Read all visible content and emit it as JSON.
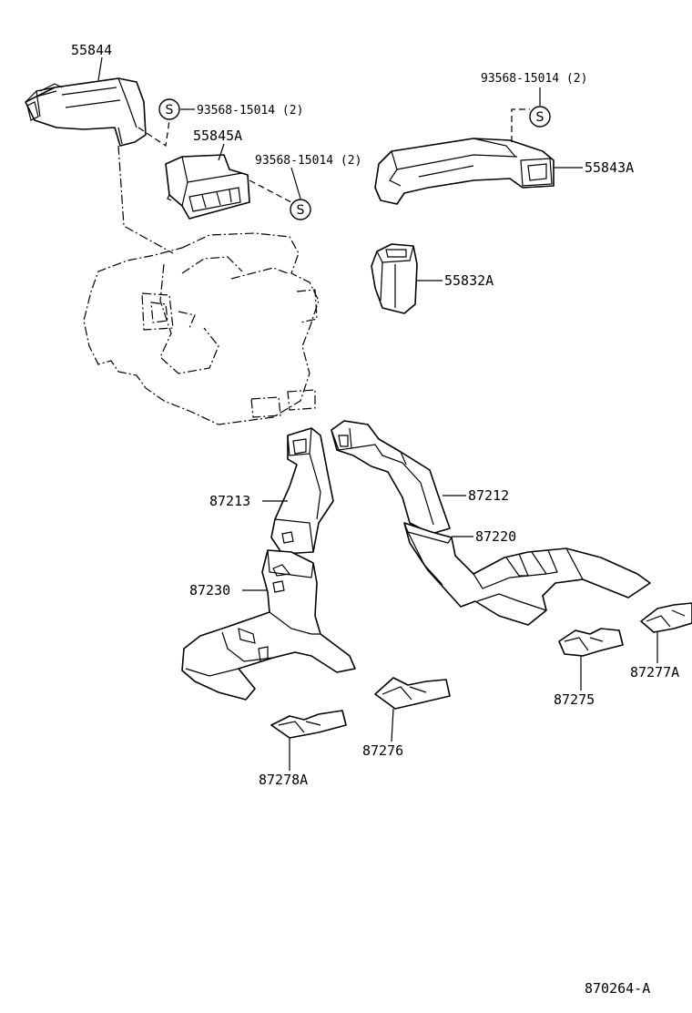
{
  "labels": {
    "p55844": "55844",
    "p55845a": "55845A",
    "p55843a": "55843A",
    "p55832a": "55832A",
    "p87213": "87213",
    "p87212": "87212",
    "p87220": "87220",
    "p87230": "87230",
    "p87275": "87275",
    "p87277a": "87277A",
    "p87276": "87276",
    "p87278a": "87278A",
    "screw_a": "93568-15014 (2)",
    "screw_b": "93568-15014 (2)",
    "screw_c": "93568-15014 (2)",
    "screw_symbol": "S",
    "drawing_number": "870264-A"
  }
}
